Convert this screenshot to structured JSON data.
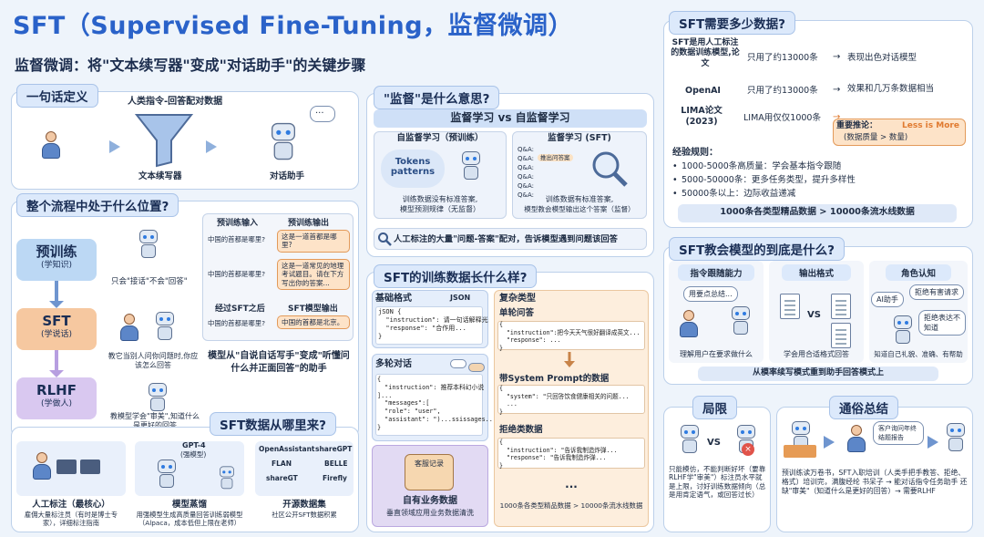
{
  "header": {
    "title": "SFT（Supervised Fine-Tuning，监督微调）",
    "subtitle": "监督微调：将\"文本续写器\"变成\"对话助手\"的关键步骤"
  },
  "definition": {
    "title": "一句话定义",
    "top_label": "人类指令-回答配对数据",
    "funnel_label": "文本续写器",
    "assistant_label": "对话助手"
  },
  "meaning": {
    "title": "\"监督\"是什么意思?",
    "banner": "监督学习 vs 自监督学习",
    "self_title": "自监督学习（预训练）",
    "self_cloud": "Tokens patterns",
    "self_desc": [
      "训练数据没有标准答案,",
      "模型预测规律（无监督）"
    ],
    "sup_title": "监督学习 (SFT)",
    "sup_q": [
      "Q&A:",
      "Q&A:",
      "Q&A:",
      "Q&A:",
      "Q&A:",
      "Q&A:"
    ],
    "sup_highlight": "推出问答案",
    "sup_desc": [
      "训练数据有标准答案,",
      "模型教会模型输出这个答案（监督）"
    ],
    "footer": "人工标注的大量\"问题-答案\"配对，告诉模型遇到问题该回答"
  },
  "position": {
    "title": "整个流程中处于什么位置?",
    "stages": [
      {
        "name": "预训练",
        "sub": "(学知识)"
      },
      {
        "name": "SFT",
        "sub": "(学说话)"
      },
      {
        "name": "RLHF",
        "sub": "(学做人)"
      }
    ],
    "notes": [
      "只会\"接话\"不会\"回答\"",
      "教它当别人问你问题时,你应该怎么回答",
      "教模型学会\"审美\",知道什么是更好的回答"
    ],
    "pre_in_h": "预训练输入",
    "pre_out_h": "预训练输出",
    "pre_in1": "中国的首都是哪里?",
    "pre_out1": "这是一道首都是哪里?",
    "pre_in2": "中国的首都是哪里?",
    "pre_out2": "这是一道常见的地理考试题目。请在下方写出你的答案...",
    "sft_in_h": "经过SFT之后",
    "sft_out_h": "SFT模型输出",
    "sft_in": "中国的首都是哪里?",
    "sft_out": "中国的首都是北京。",
    "summary": "模型从\"自说自话写手\"变成\"听懂问什么并正面回答\"的助手"
  },
  "sources": {
    "title": "SFT数据从哪里来?",
    "human": {
      "label": "人工标注（最核心）",
      "desc": "雇佣大量标注员（有时是博士专家），详细标注指南"
    },
    "distill": {
      "label": "模型蒸馏",
      "desc": "用强模型生成高质量回答训练弱模型（Alpaca，成本低但上限在老师）",
      "gpt": "GPT-4",
      "gpt_sub": "(强模型)"
    },
    "open": {
      "label": "开源数据集",
      "desc": "社区公开SFT数据积累",
      "sets": [
        "OpenAssistant",
        "shareGPT",
        "FLAN",
        "BELLE",
        "shareGT",
        "Firefly"
      ]
    }
  },
  "format": {
    "title": "SFT的训练数据长什么样?",
    "basic": {
      "title": "基础格式",
      "tag": "JSON",
      "code": "jSON {\n  \"instruction\": 请一句话解释光\n  \"response\": \"合作用...\n}"
    },
    "multi": {
      "title": "多轮对话",
      "code": "{\n  \"instruction\": 推荐本科幻小说\n]...\n  \"messages\":[\n  \"role\": \"user\",\n  \"assistant\": \")...ssissages...]\"\n}"
    },
    "business": {
      "label": "自有业务数据",
      "desc": "垂直领域应用业务数据清洗",
      "stack": "客服记录"
    },
    "complex": {
      "title": "复杂类型",
      "single_title": "单轮问答",
      "single_code": "{\n  \"instruction\":把今天天气很好翻译成英文...\n  \"response\": ...\n}",
      "system_title": "带System Prompt的数据",
      "system_code": "{\n  \"system\": \"只回答饮食健康相关的问题...\n  ...\n}",
      "reject_title": "拒绝类数据",
      "reject_code": "{\n  \"instruction\": \"告诉我制造炸弹...\n  \"response\": \"告诉我制造炸弹...\n}",
      "dots": "...",
      "footer": "1000条各类型精品数据 > 10000条流水线数据"
    }
  },
  "howmuch": {
    "title": "SFT需要多少数据?",
    "rows": [
      {
        "src": "SFT是用人工标注的数据训练模型,论文",
        "amt": "只用了约13000条",
        "res": "表现出色对话模型"
      },
      {
        "src": "OpenAI",
        "amt": "只用了约13000条",
        "res": "效果和几万条数据相当"
      },
      {
        "src": "LIMA论文(2023)",
        "amt": "LIMA用仅仅1000条",
        "res": ""
      }
    ],
    "conclusion": "重要推论：",
    "conclusion_hl": "Less is More",
    "conclusion_sub": "(数据质量 > 数量)",
    "rules_title": "经验规则：",
    "rules": [
      "1000-5000条高质量：学会基本指令跟随",
      "5000-50000条：更多任务类型，提升多样性",
      "50000条以上：边际收益递减"
    ],
    "footer": "1000条各类型精品数据 > 10000条流水线数据"
  },
  "teach": {
    "title": "SFT教会模型的到底是什么?",
    "cols": [
      {
        "title": "指令跟随能力",
        "desc": "理解用户在要求做什么",
        "bubble": "用要点总结..."
      },
      {
        "title": "输出格式",
        "desc": "学会用合适格式回答",
        "vs": "VS"
      },
      {
        "title": "角色认知",
        "desc": "知道自己礼貌、准确、有帮助",
        "b1": "AI助手",
        "b2": "拒绝有害请求",
        "b3": "拒绝表达不知道"
      }
    ],
    "footer": "从模率续写模式重到助手回答模式上"
  },
  "limits": {
    "title": "局限",
    "vs": "VS",
    "desc": "只能模仿，不能判断好坏（要靠RLHF学\"审美\"）标注员水平就是上限，讨好训练数据倾向（总是用肯定语气，或回答过长）"
  },
  "summary": {
    "title": "通俗总结",
    "bubble": "客户询问年终结题报告",
    "desc": "预训练读万卷书，SFT入职培训（人类手把手教答、拒绝、格式）培训完，满腹经纶 书呆子 → 能对话指令任务助手 还缺\"审美\"（知道什么是更好的回答）→ 需要RLHF"
  },
  "colors": {
    "accent": "#2a62c9",
    "pretrain": "#bcd8f4",
    "sft": "#f6c8a0",
    "rlhf": "#d9c8f0",
    "orange": "#e07a2f"
  }
}
